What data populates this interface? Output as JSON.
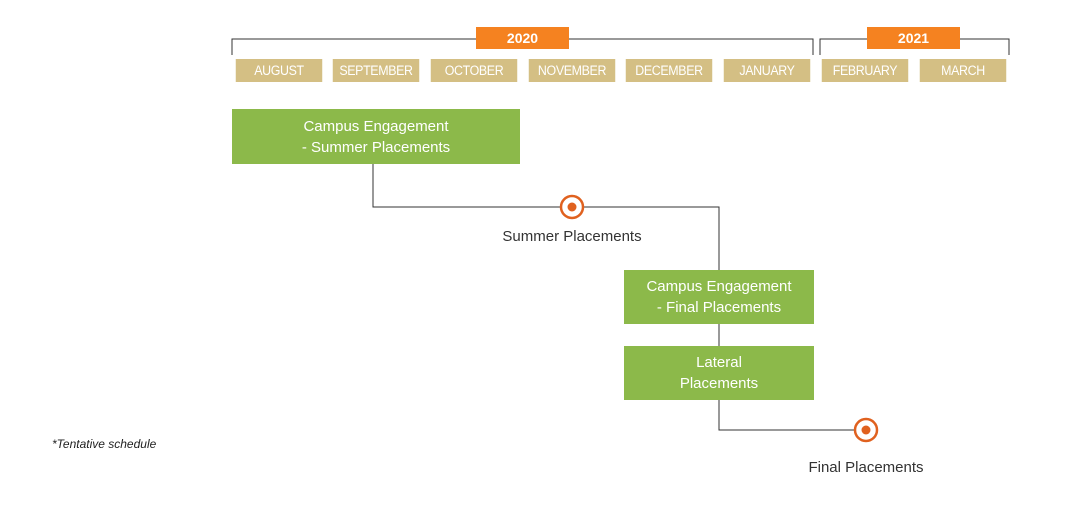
{
  "colors": {
    "year_header": "#f58220",
    "month_cell": "#d4bf84",
    "box": "#8cb94a",
    "milestone": "#e0611f",
    "line": "#333333"
  },
  "timeline": {
    "years": [
      {
        "label": "2020"
      },
      {
        "label": "2021"
      }
    ],
    "months": [
      "AUGUST",
      "SEPTEMBER",
      "OCTOBER",
      "NOVEMBER",
      "DECEMBER",
      "JANUARY",
      "FEBRUARY",
      "MARCH"
    ]
  },
  "phases": [
    {
      "line1": "Campus Engagement",
      "line2": "- Summer Placements"
    },
    {
      "line1": "Campus Engagement",
      "line2": "- Final Placements"
    },
    {
      "line1": "Lateral",
      "line2": "Placements"
    }
  ],
  "milestones": [
    {
      "label": "Summer Placements",
      "icon": "target-icon"
    },
    {
      "label": "Final Placements",
      "icon": "target-icon"
    }
  ],
  "note": "*Tentative schedule"
}
